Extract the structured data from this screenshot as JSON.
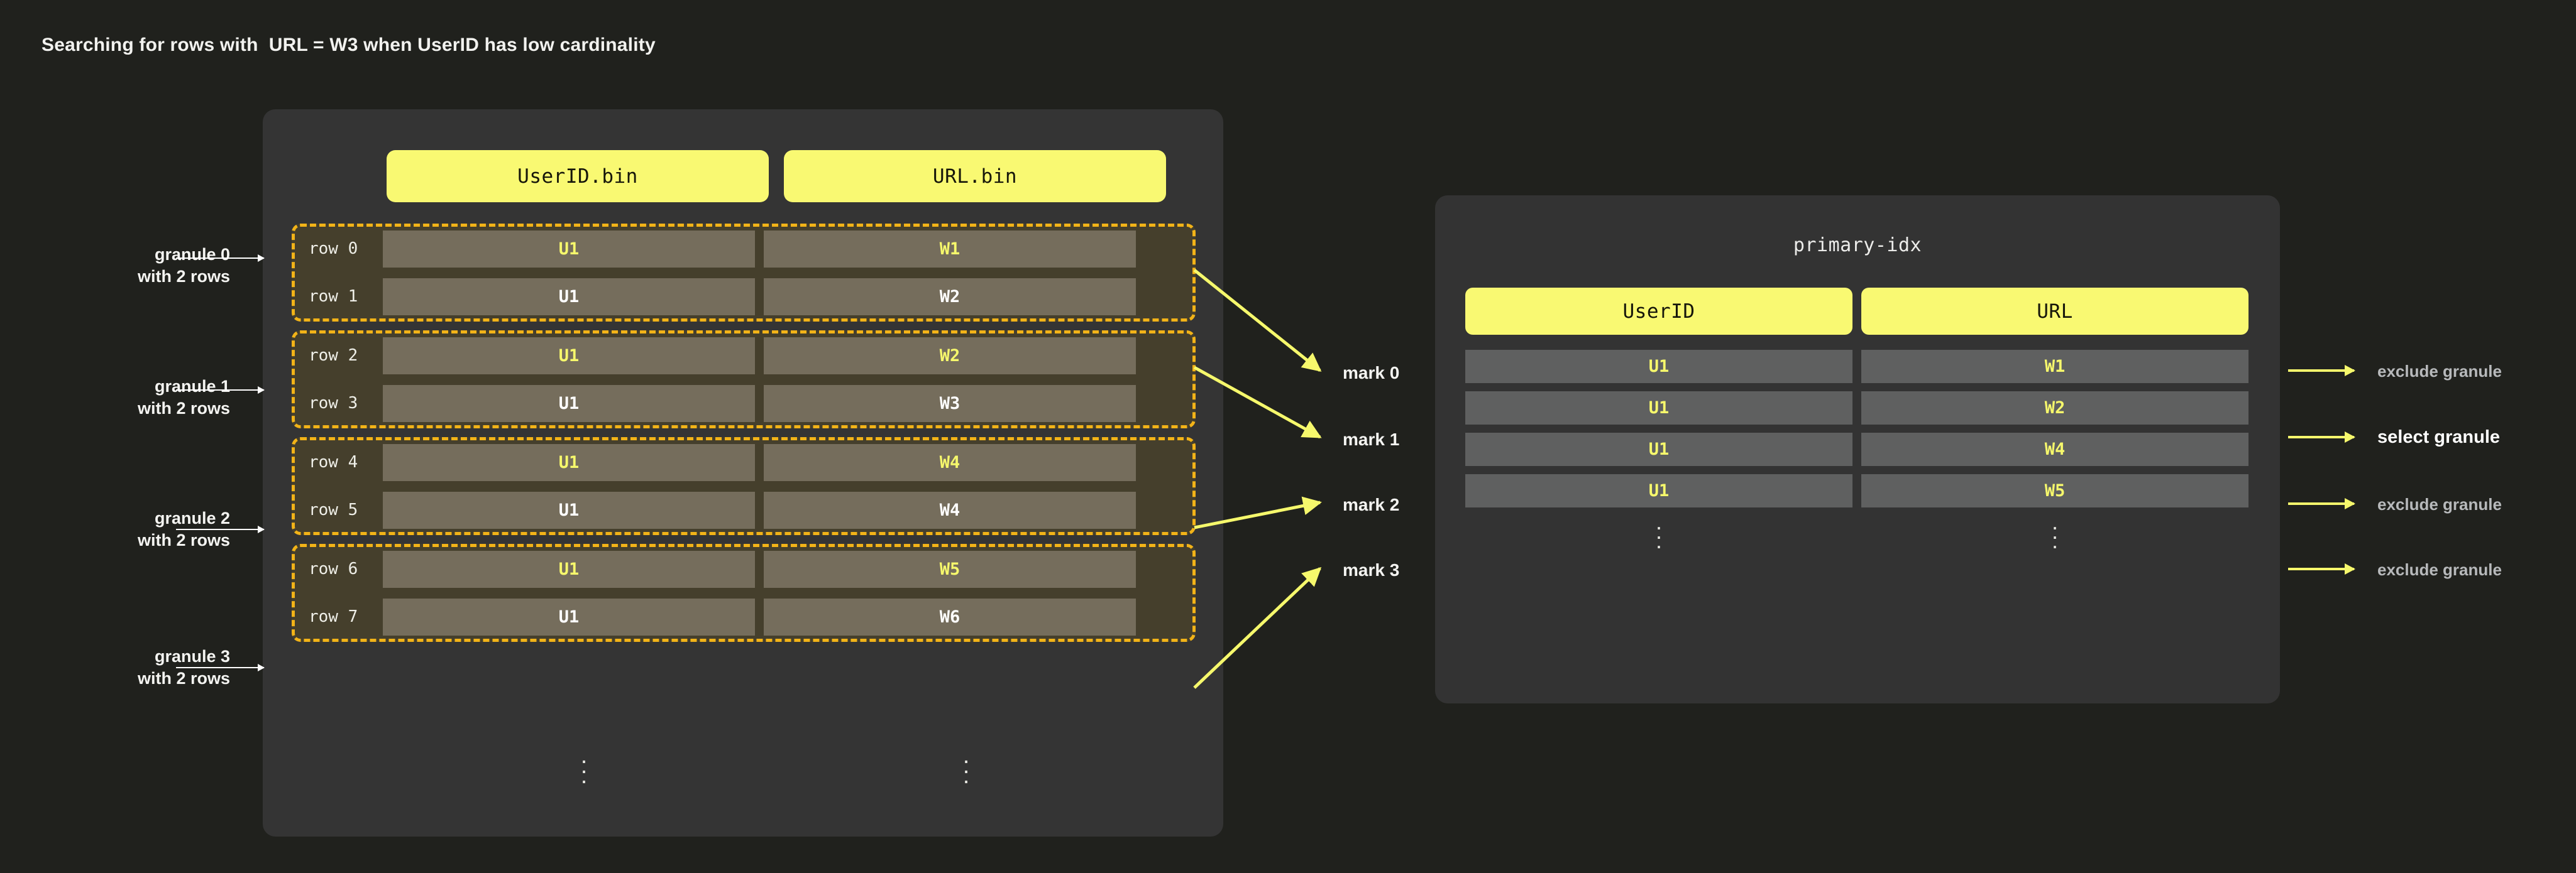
{
  "title": "Searching for rows with  URL = W3 when UserID has low cardinality",
  "colors": {
    "page_bg": "#20211d",
    "panel_bg": "#343434",
    "accent_yellow": "#f9f972",
    "granule_border": "#f2b318",
    "granule_bg": "#453f2c",
    "cell_bg": "#756d5c",
    "idx_cell_bg": "#5f6060",
    "highlight_text": "#f6f86c",
    "muted_text": "#b7b9bb"
  },
  "data_part": {
    "columns": [
      "UserID.bin",
      "URL.bin"
    ],
    "ellipsis": "⋮",
    "granules": [
      {
        "note_line1": "granule 0",
        "note_line2": "with 2 rows",
        "rows": [
          {
            "label": "row 0",
            "userid": "U1",
            "url": "W1",
            "highlight": true
          },
          {
            "label": "row 1",
            "userid": "U1",
            "url": "W2",
            "highlight": false
          }
        ]
      },
      {
        "note_line1": "granule 1",
        "note_line2": "with 2 rows",
        "rows": [
          {
            "label": "row 2",
            "userid": "U1",
            "url": "W2",
            "highlight": true
          },
          {
            "label": "row 3",
            "userid": "U1",
            "url": "W3",
            "highlight": false
          }
        ]
      },
      {
        "note_line1": "granule 2",
        "note_line2": "with 2 rows",
        "rows": [
          {
            "label": "row 4",
            "userid": "U1",
            "url": "W4",
            "highlight": true
          },
          {
            "label": "row 5",
            "userid": "U1",
            "url": "W4",
            "highlight": false
          }
        ]
      },
      {
        "note_line1": "granule 3",
        "note_line2": "with 2 rows",
        "rows": [
          {
            "label": "row 6",
            "userid": "U1",
            "url": "W5",
            "highlight": true
          },
          {
            "label": "row 7",
            "userid": "U1",
            "url": "W6",
            "highlight": false
          }
        ]
      }
    ]
  },
  "marks": [
    {
      "label": "mark 0"
    },
    {
      "label": "mark 1"
    },
    {
      "label": "mark 2"
    },
    {
      "label": "mark 3"
    }
  ],
  "primary_index": {
    "title": "primary-idx",
    "columns": [
      "UserID",
      "URL"
    ],
    "ellipsis": "⋮",
    "rows": [
      {
        "userid": "U1",
        "url": "W1",
        "verdict": "exclude granule",
        "selected": false
      },
      {
        "userid": "U1",
        "url": "W2",
        "verdict": "select granule",
        "selected": true
      },
      {
        "userid": "U1",
        "url": "W4",
        "verdict": "exclude granule",
        "selected": false
      },
      {
        "userid": "U1",
        "url": "W5",
        "verdict": "exclude granule",
        "selected": false
      }
    ]
  }
}
